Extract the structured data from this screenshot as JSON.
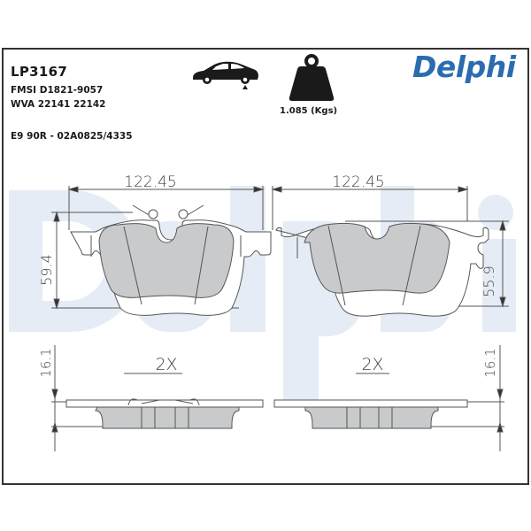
{
  "product": {
    "code": "LP3167",
    "fmsi": "FMSI D1821-9057",
    "wva": "WVA 22141 22142",
    "ece": "E9 90R - 02A0825/4335"
  },
  "icons": {
    "car": "car-axle-rear-icon",
    "weight": "weight-icon"
  },
  "weight": {
    "label": "1.085 (Kgs)"
  },
  "brand": {
    "name": "Delphi",
    "color": "#2b6cb0",
    "watermark_color": "#e8eef7"
  },
  "drawings": {
    "left_pad": {
      "width": "122.45",
      "height": "59.4",
      "quantity": "2X",
      "thickness": "16.1"
    },
    "right_pad": {
      "width": "122.45",
      "height": "55.9",
      "quantity": "2X",
      "thickness": "16.1"
    }
  },
  "colors": {
    "friction": "#c8cacb",
    "outline": "#555555",
    "frame": "#333333"
  }
}
